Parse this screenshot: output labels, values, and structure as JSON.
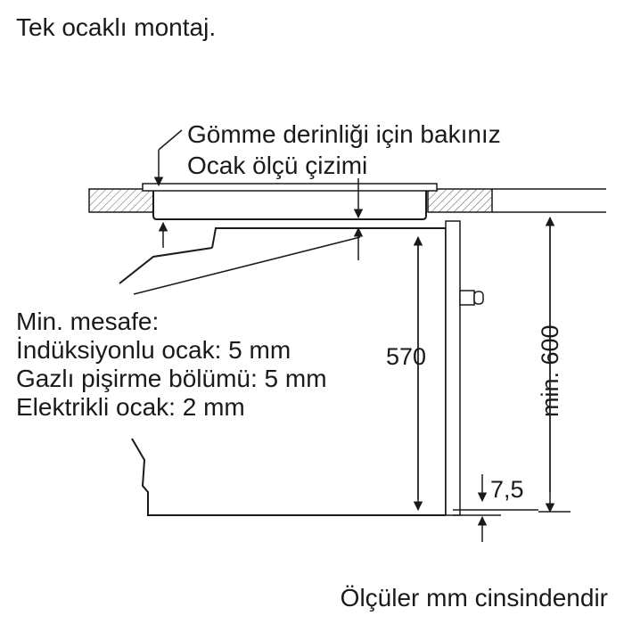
{
  "title": "Tek ocaklı montaj.",
  "callout": {
    "line1": "Gömme derinliği için bakınız",
    "line2": "Ocak ölçü çizimi"
  },
  "clearance": {
    "heading": "Min. mesafe:",
    "induction": "İndüksiyonlu ocak: 5 mm",
    "gas": "Gazlı pişirme bölümü: 5 mm",
    "electric": "Elektrikli ocak: 2 mm"
  },
  "dimensions": {
    "oven_height": "570",
    "niche_height": "min. 600",
    "bottom_gap": "7,5"
  },
  "footer": "Ölçüler mm cinsindendir"
}
